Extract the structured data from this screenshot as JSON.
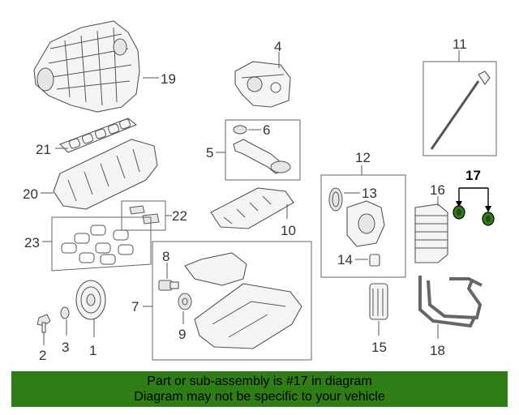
{
  "diagram": {
    "callouts": {
      "c1": "1",
      "c2": "2",
      "c3": "3",
      "c4": "4",
      "c5": "5",
      "c6": "6",
      "c7": "7",
      "c8": "8",
      "c9": "9",
      "c10": "10",
      "c11": "11",
      "c12": "12",
      "c13": "13",
      "c14": "14",
      "c15": "15",
      "c16": "16",
      "c17": "17",
      "c18": "18",
      "c19": "19",
      "c20": "20",
      "c21": "21",
      "c22": "22",
      "c23": "23"
    },
    "highlighted_part": "17",
    "highlight_color": "#2f7d14"
  },
  "banner": {
    "line1": "Part or sub-assembly is #17 in diagram",
    "line2": "Diagram may not be specific to your vehicle",
    "background": "#2f7d14"
  }
}
